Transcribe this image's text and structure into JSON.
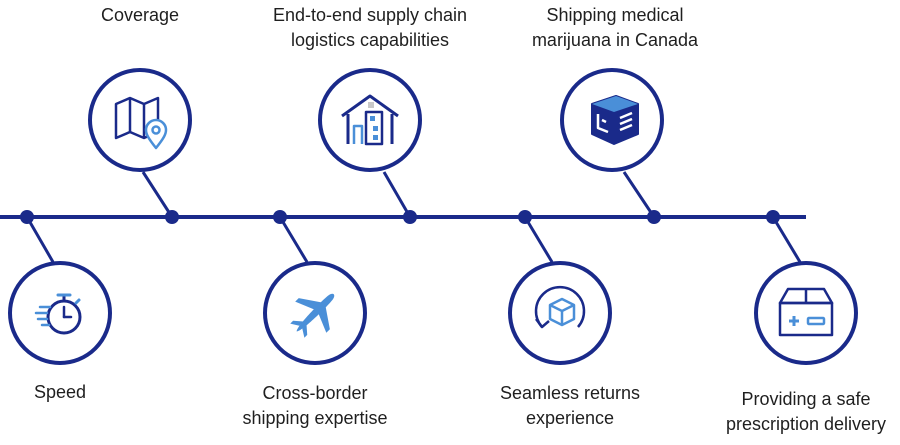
{
  "colors": {
    "navy": "#1a2a8a",
    "accent_blue": "#4a8fd8",
    "text": "#1f1f1f",
    "background": "#ffffff"
  },
  "milestones": [
    {
      "id": "speed",
      "icon": "stopwatch-icon",
      "position": "below",
      "lines": [
        "Speed"
      ]
    },
    {
      "id": "coverage",
      "icon": "map-pin-icon",
      "position": "above",
      "lines": [
        "Coverage"
      ]
    },
    {
      "id": "cross-border",
      "icon": "airplane-icon",
      "position": "below",
      "lines": [
        "Cross-border",
        "shipping expertise"
      ]
    },
    {
      "id": "supply-chain",
      "icon": "warehouse-icon",
      "position": "above",
      "lines": [
        "End-to-end supply chain",
        "logistics capabilities"
      ]
    },
    {
      "id": "returns",
      "icon": "returns-box-icon",
      "position": "below",
      "lines": [
        "Seamless returns",
        "experience"
      ]
    },
    {
      "id": "marijuana",
      "icon": "shipping-box-icon",
      "position": "above",
      "lines": [
        "Shipping medical",
        "marijuana in Canada"
      ]
    },
    {
      "id": "prescription",
      "icon": "medical-box-icon",
      "position": "below",
      "lines": [
        "Providing a safe",
        "prescription delivery"
      ]
    }
  ]
}
